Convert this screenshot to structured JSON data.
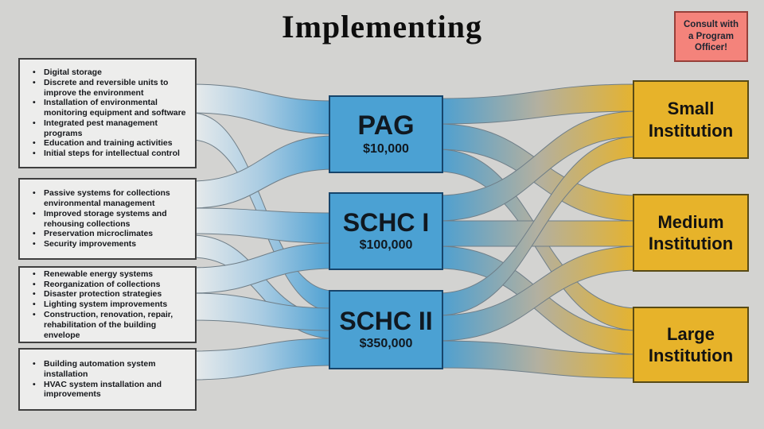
{
  "title": "Implementing",
  "consult_note": {
    "text": "Consult with a Program Officer!"
  },
  "activity_groups": [
    {
      "id": "group-1",
      "items": [
        "Digital storage",
        "Discrete and reversible units to improve the environment",
        "Installation of environmental monitoring equipment and software",
        "Integrated pest management programs",
        "Education and training activities",
        "Initial steps for intellectual control"
      ]
    },
    {
      "id": "group-2",
      "items": [
        "Passive systems for collections environmental management",
        "Improved storage systems and rehousing collections",
        "Preservation microclimates",
        "Security improvements"
      ]
    },
    {
      "id": "group-3",
      "items": [
        "Renewable energy systems",
        "Reorganization of collections",
        "Disaster protection strategies",
        "Lighting system improvements",
        "Construction, renovation, repair, rehabilitation of the building envelope"
      ]
    },
    {
      "id": "group-4",
      "items": [
        "Building automation system installation",
        "HVAC system installation and improvements"
      ]
    }
  ],
  "programs": [
    {
      "name": "PAG",
      "amount": "$10,000"
    },
    {
      "name": "SCHC I",
      "amount": "$100,000"
    },
    {
      "name": "SCHC II",
      "amount": "$350,000"
    }
  ],
  "institutions": [
    {
      "label": "Small Institution"
    },
    {
      "label": "Medium Institution"
    },
    {
      "label": "Large Institution"
    }
  ],
  "flows": {
    "activities_to_programs": [
      {
        "from": "group-1",
        "to": "PAG"
      },
      {
        "from": "group-1",
        "to": "SCHC II"
      },
      {
        "from": "group-2",
        "to": "PAG"
      },
      {
        "from": "group-2",
        "to": "SCHC I"
      },
      {
        "from": "group-2",
        "to": "SCHC II"
      },
      {
        "from": "group-3",
        "to": "SCHC I"
      },
      {
        "from": "group-3",
        "to": "SCHC II"
      },
      {
        "from": "group-4",
        "to": "SCHC II"
      }
    ],
    "programs_to_institutions": [
      {
        "from": "PAG",
        "to": "Small Institution"
      },
      {
        "from": "PAG",
        "to": "Medium Institution"
      },
      {
        "from": "PAG",
        "to": "Large Institution"
      },
      {
        "from": "SCHC I",
        "to": "Small Institution"
      },
      {
        "from": "SCHC I",
        "to": "Medium Institution"
      },
      {
        "from": "SCHC I",
        "to": "Large Institution"
      },
      {
        "from": "SCHC II",
        "to": "Small Institution"
      },
      {
        "from": "SCHC II",
        "to": "Medium Institution"
      },
      {
        "from": "SCHC II",
        "to": "Large Institution"
      }
    ]
  },
  "colors": {
    "background": "#d3d3d1",
    "program_box": "#4ba1d3",
    "program_border": "#17456b",
    "institution_box": "#e7b32a",
    "institution_border": "#584a15",
    "note_box": "#f4837b",
    "note_border": "#97403a",
    "activity_box": "#ededec",
    "activity_border": "#3f3f3f",
    "ribbon_light": "#eaecec",
    "ribbon_blue": "#4a9fd2",
    "ribbon_gold": "#e7b32a"
  }
}
